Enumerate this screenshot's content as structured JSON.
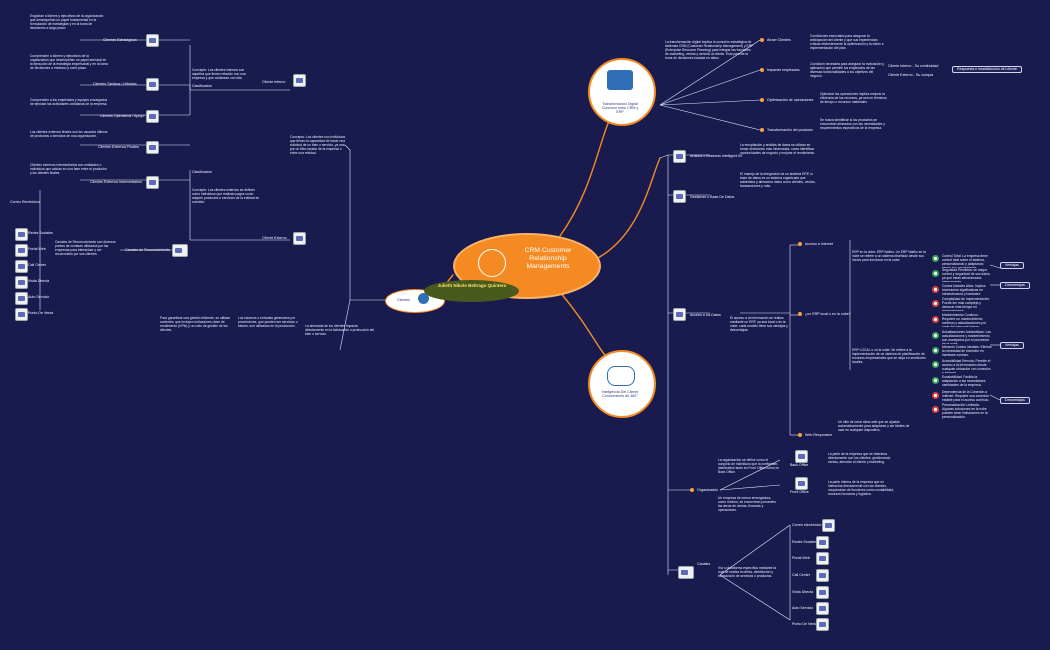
{
  "center": {
    "title": "CRM Customer Relationship Managements",
    "icon": "globe-cursor-icon"
  },
  "author": "Julieth Nikole Beltrago Quintero",
  "colors": {
    "background": "#191b4f",
    "accent": "#f58a22",
    "ok": "#34a853",
    "bad": "#e0413a"
  },
  "top_branch": {
    "label": "Transformación Digital Conexión entre CRM y ERP",
    "description": "La transformación digital implica la conexión estratégica de sistemas CRM (Customer Relationship Management) y ERP (Enterprise Resource Planning) para integrar las funciones de marketing, ventas y servicio al cliente. Esto permite la toma de decisiones basada en datos.",
    "items": [
      {
        "label": "Atraer Clientes",
        "text": "Condiciones esenciales para asegurar la anticipación del cliente y que sus experiencias críticas eficientemente la optimización y la visión e implementación del plan."
      },
      {
        "label": "Impactar empleados",
        "text": "Condición necesaria para asegurar la motivación y aplicación que permite los empleados de las diversas funcionalidades a los objetivos del negocio."
      },
      {
        "label": "Optimización de operaciones",
        "text": "Optimizar las operaciones implica mejorar la eficiencia de los recursos, ya sea en términos de tiempo o recursos materiales."
      },
      {
        "label": "Transformación del producto",
        "text": "Se busca identificar si los productos se encuentran alineados con las necesidades y requerimientos específicos de la empresa."
      }
    ],
    "side_labels": [
      "Cliente Interno - Su continuidad",
      "Cliente Externo - Su compra"
    ],
    "side_tag": "Respuesta e insatisfacción del cliente"
  },
  "right_branch": {
    "items": [
      {
        "label": "Análisis o Business Intelligent BI",
        "text": "La recopilación y análisis de datos se utilizan en tomar decisiones más informadas, como identificar oportunidades de negocio y mejorar el rendimiento."
      },
      {
        "label": "Gestiones o Base De Datos",
        "text": "El manejo de la integración de un sistema ERP, lo base de datos es un sistema organizado que administra y almacena datos como clientes, ventas, transacciones y más."
      },
      {
        "label": "Acceso a los Datos",
        "text": "El acceso a la información se realiza mediante un ERP, ya sea local o en la nube; cada modelo tiene sus ventajas y desventajas."
      }
    ],
    "access_label": "Acceso a Internet",
    "erp_label": "¿un ERP local o en la nube?",
    "erp_cloud": "ERP en la nube: ERP Nativo. Un ERP Nativo en la nube se refiere a un sistema diseñado desde sus inicios para funcionar en la nube.",
    "erp_local": "ERP LOCAL o on la nube: Se refiere a la implementación de un sistema de planificación de recursos empresariales que se aloja en servidores locales.",
    "pros_cloud": [
      "Control Total: La empresa tiene control total sobre el sistema, personalizando y adaptando según sus necesidades.",
      "Seguridad Percibida: se mayor control y seguridad de sus datos, ya que están almacenados internamente."
    ],
    "cons_cloud": [
      "Costos Iniciales Altos: Implica inversiones significativas en infraestructura y hardware.",
      "Complejidad de Implementación: Puede ser más compleja y demorar más tiempo en implementarse.",
      "Mantenimiento Continuo: Requiere un mantenimiento continuo y actualizaciones por parte del personal interno."
    ],
    "pros_local": [
      "Actualizaciones Automáticas: Las actualizaciones y mantenimiento son manejados por el proveedor de la nube.",
      "Menores Costos Iniciales: Elimina la necesidad de inversión en hardware costoso.",
      "Accesibilidad Remota: Permite el acceso a la información desde cualquier ubicación con conexión a internet.",
      "Escalabilidad: Facilita la adaptación a las necesidades cambiantes de la empresa."
    ],
    "cons_local": [
      "Dependencia de la Conexión a Internet: Requiere una conexión estable para el acceso continuo.",
      "Personalización Limitada: Algunas soluciones en la nube pueden tener limitaciones en la personalización."
    ],
    "tags": [
      "Ventajas",
      "Desventajas",
      "Ventajas",
      "Desventajas"
    ],
    "web_label": "Web Responsive",
    "web_text": "Un sitio de crear sitios web que se ajustan automáticamente para adaptarse y ser fáciles de usar en cualquier dispositivo."
  },
  "bottom_branch": {
    "label": "Inteligencia Del Cliente Conocimiento de 360°",
    "org_label": "Organización",
    "org_text": "La organización se define como el conjunto de individuos que la conforman, distribuidos tanto en Front Office como en Back Office.",
    "org_text2": "Un empresa de menor envergadura, como mínimo, se encuentran presentes las áreas de ventas, finanzas y operaciones.",
    "back_office": "Back Office",
    "back_text": "La parte de la empresa que se relaciona directamente con los clientes, gestionando ventas, atención al cliente y marketing.",
    "front_office": "Front Office",
    "front_text": "La parte interna de la empresa que no interactúa directamente con los clientes, ocupándose de funciones como contabilidad, recursos humanos y logística.",
    "canales_label": "Canales",
    "canales_text": "Vía o plataforma específica mediante la cual se realiza la oferta, distribución y transacción de servicios o productos.",
    "channels": [
      "Correo electrónico",
      "Redes Sociales",
      "Portal Web",
      "Call Center",
      "Visita Directa",
      "Auto Servicio",
      "Punto De Venta"
    ]
  },
  "left_branch": {
    "label": "Clientes",
    "clasif_label": "Clasificación",
    "concept": "Concepto: Los clientes son individuos que tienen la capacidad de hacer una solicitud de un bien o servicio, ya sea por un libro lavado de la empresa o entre una entidad.",
    "interno": {
      "label": "Cliente Interno",
      "concept": "Concepto: Los clientes internos son aquellos que tienen relación con una empresa y que colaboran con ella.",
      "types": [
        {
          "label": "Clientes Estratégicos",
          "text": "Engloban a líderes y ejecutivos de la organización que desempeñan un papel fundamental en la formulación de estrategias y en la toma de decisiones a largo plazo."
        },
        {
          "label": "Clientes Tácticos / Híbridos",
          "text": "Comprenden a líderes y ejecutivos de la organización que desempeñan un papel esencial en la ejecución de la estrategia empresarial y en la toma de decisiones a mediano y corto plazo."
        },
        {
          "label": "Clientes Operativos / Apoyo",
          "text": "Comprenden a los empleados y equipos encargados de ejecutar las actividades cotidianas de la empresa."
        }
      ]
    },
    "externo": {
      "label": "Cliente Externo",
      "concept": "Concepto: Los clientes externos se definen como individuos que realizan pagos como adquirir productos o servicios de la entidad en cuestión.",
      "types": [
        {
          "label": "Clientes Externos Finales",
          "text": "Los clientes externos finales son los usuarios últimos de productos o servicios de una organización."
        },
        {
          "label": "Clientes Externos Intermediarios",
          "text": "Clientes externos intermediarios son entidades o individuos que actúan en una fase entre el productor y los clientes finales."
        }
      ]
    },
    "canales_label": "Canales de Reconocimiento",
    "canales_text": "Canales de Reconocimiento son diversos puntos de contacto utilizados por las empresas para interactuar y ser reconocidos por sus clientes.",
    "channels": [
      "Correo Electrónico",
      "Redes Sociales",
      "Portal Web",
      "Call Center",
      "Visita Directa",
      "Auto Servicio",
      "Punto De Venta"
    ],
    "bottom_texts": [
      "Para garantizar una gestión eficiente, se utilizan controles, que incluyen indicadores clave de rendimiento (KPIs) y un ciclo de gestión de los clientes.",
      "Los insumos o entradas generados por proveedores, que pueden ser servicios o bienes, son utilizados en la producción.",
      "La demanda de los clientes impacta directamente en la fabricación o producción del bien o servicio."
    ]
  }
}
